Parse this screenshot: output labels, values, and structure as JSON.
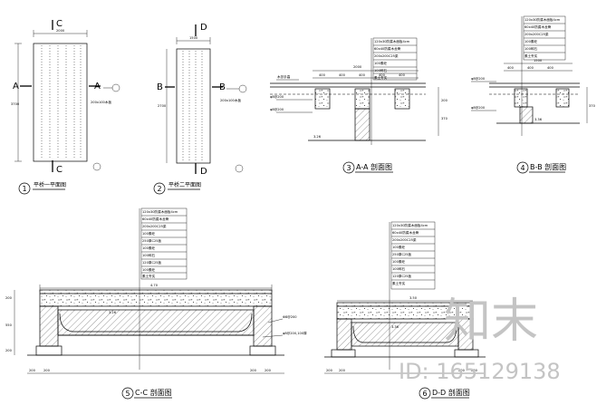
{
  "drawings": {
    "plan1": {
      "num": "1",
      "title": "平桥一平面图",
      "section_top": "C",
      "section_bottom": "C",
      "section_left": "A",
      "section_right": "A"
    },
    "plan2": {
      "num": "2",
      "title": "平桥二平面图",
      "section_top": "D",
      "section_bottom": "D",
      "section_left": "B",
      "section_right": "B"
    },
    "sectA": {
      "num": "3",
      "title": "A-A 剖面图"
    },
    "sectB": {
      "num": "4",
      "title": "B-B 剖面图"
    },
    "sectC": {
      "num": "5",
      "title": "C-C 剖面图"
    },
    "sectD": {
      "num": "6",
      "title": "D-D 剖面图"
    }
  },
  "dimensions": {
    "plan1_width": "2000",
    "plan1_length": "3700",
    "plan2_width": "1500",
    "plan2_length": "2700",
    "sectA_width": "2000",
    "sectB_width": "1500",
    "sectC_width": "4.70",
    "sectD_width": "3.50",
    "elev_a": "3.26",
    "elev_b": "3.36"
  },
  "watermark": {
    "logo": "知末",
    "id_label": "ID: 165129138"
  }
}
